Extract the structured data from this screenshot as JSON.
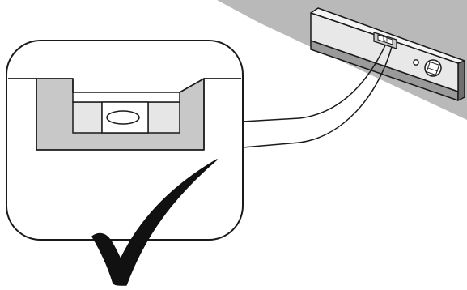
{
  "illustration": {
    "surface_icon": "inclined-surface",
    "tool_icon": "spirit-level",
    "callout_icon": "bubble-vial-zoom",
    "result_icon": "checkmark-icon",
    "result_meaning": "level"
  },
  "colors": {
    "outline": "#1a1a1a",
    "surface_gray": "#b9b9b9",
    "vial_frame_gray": "#c8c8c8",
    "level_body": "#e8e8e8",
    "window_fill": "#e6e6e6",
    "background": "#ffffff"
  }
}
